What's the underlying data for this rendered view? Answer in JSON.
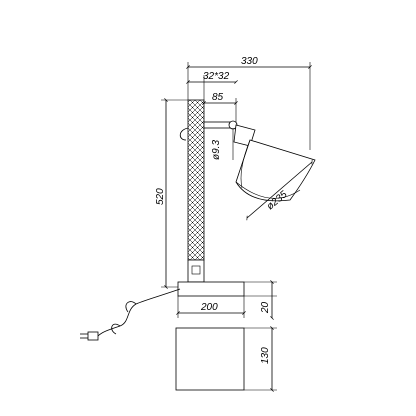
{
  "drawing": {
    "dimensions": {
      "overall_width": "330",
      "arm_offset": "32*32",
      "arm_length": "85",
      "pivot_diameter": "ø9.3",
      "overall_height": "520",
      "shade_diameter": "ø235",
      "base_width": "200",
      "base_height": "20",
      "base_depth": "130"
    }
  }
}
